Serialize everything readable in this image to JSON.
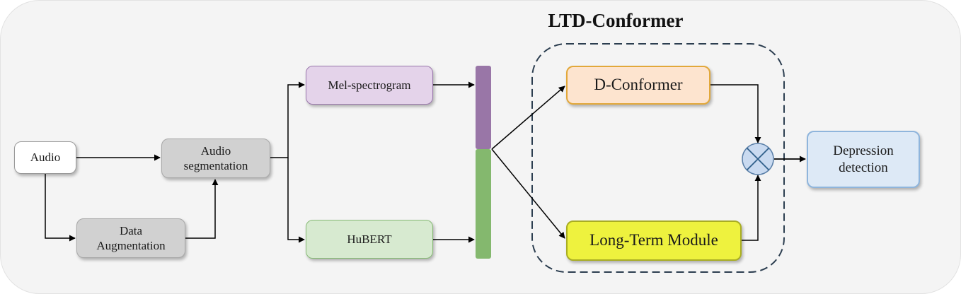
{
  "diagram": {
    "group_title": "LTD-Conformer",
    "nodes": {
      "audio": "Audio",
      "audio_segmentation": "Audio segmentation",
      "data_augmentation": "Data Augmentation",
      "mel_spectrogram": "Mel-spectrogram",
      "hubert": "HuBERT",
      "d_conformer": "D-Conformer",
      "long_term_module": "Long-Term Module",
      "depression_detection": "Depression detection"
    },
    "operator_icon": "circled-times-icon",
    "colors": {
      "background": "#f4f4f4",
      "mel_fill": "#e4d3ea",
      "mel_bar": "#9976a7",
      "hubert_fill": "#d7ead0",
      "hubert_bar": "#84b86e",
      "d_conformer_fill": "#fde4cf",
      "d_conformer_border": "#e2a83a",
      "long_term_fill": "#eef23e",
      "depression_fill": "#dde9f6",
      "multiply_fill": "#c9daf0",
      "group_border": "#2c3e50"
    }
  }
}
